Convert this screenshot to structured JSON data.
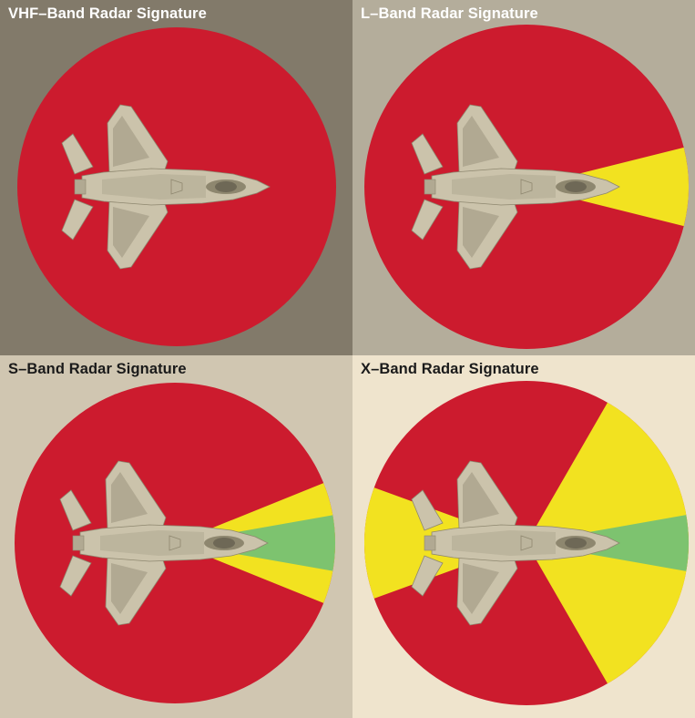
{
  "colors": {
    "high_return": "#cc1b2e",
    "medium_return": "#f2e220",
    "low_return": "#7dc36f",
    "aircraft_body": "#cbc3ab",
    "aircraft_shadow": "#b1a992",
    "aircraft_line": "#8e876f"
  },
  "panels": [
    {
      "id": "vhf",
      "title": "VHF–Band Radar Signature",
      "background": "#827a6a",
      "title_color": "#ffffff",
      "sectors": []
    },
    {
      "id": "l",
      "title": "L–Band Radar Signature",
      "background": "#b4ad9b",
      "title_color": "#ffffff",
      "sectors": [
        {
          "level": "medium",
          "from_deg": -14,
          "to_deg": 14
        }
      ]
    },
    {
      "id": "s",
      "title": "S–Band Radar Signature",
      "background": "#d0c6b1",
      "title_color": "#1a1a1a",
      "sectors": [
        {
          "level": "medium",
          "from_deg": -22,
          "to_deg": 22
        },
        {
          "level": "low",
          "from_deg": -10,
          "to_deg": 10
        }
      ]
    },
    {
      "id": "x",
      "title": "X–Band Radar Signature",
      "background": "#efe4cd",
      "title_color": "#1a1a1a",
      "sectors": [
        {
          "level": "medium",
          "from_deg": -60,
          "to_deg": 60
        },
        {
          "level": "medium",
          "from_deg": 160,
          "to_deg": 200
        },
        {
          "level": "low",
          "from_deg": -10,
          "to_deg": 10
        }
      ]
    }
  ]
}
